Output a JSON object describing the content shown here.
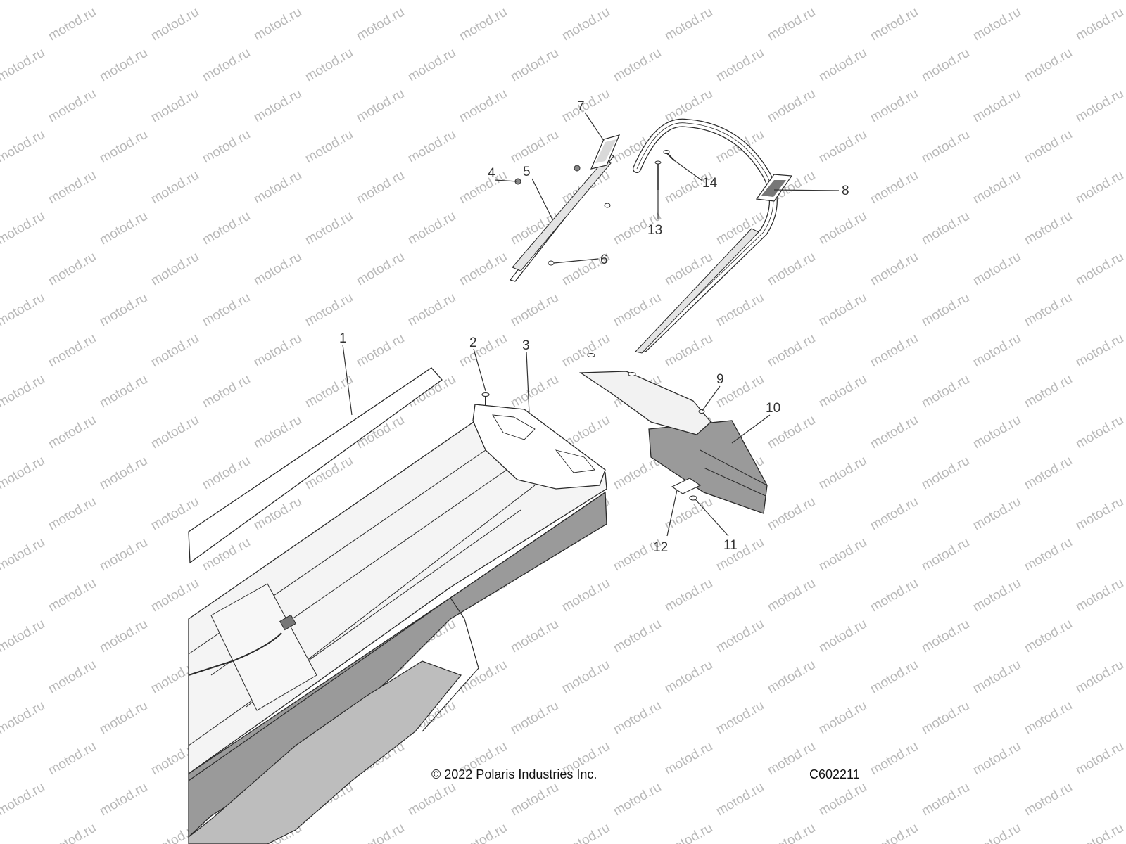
{
  "watermark": "motod.ru",
  "callouts": [
    "1",
    "2",
    "3",
    "4",
    "5",
    "6",
    "7",
    "8",
    "9",
    "10",
    "11",
    "12",
    "13",
    "14"
  ],
  "footer": {
    "copyright": "© 2022 Polaris Industries Inc.",
    "diagram_code": "C602211"
  },
  "colors": {
    "line": "#2a2a2a",
    "tunnel_side": "#9a9a9a",
    "part_fill": "#d9d9d9",
    "watermark": "#b9b9b9"
  }
}
